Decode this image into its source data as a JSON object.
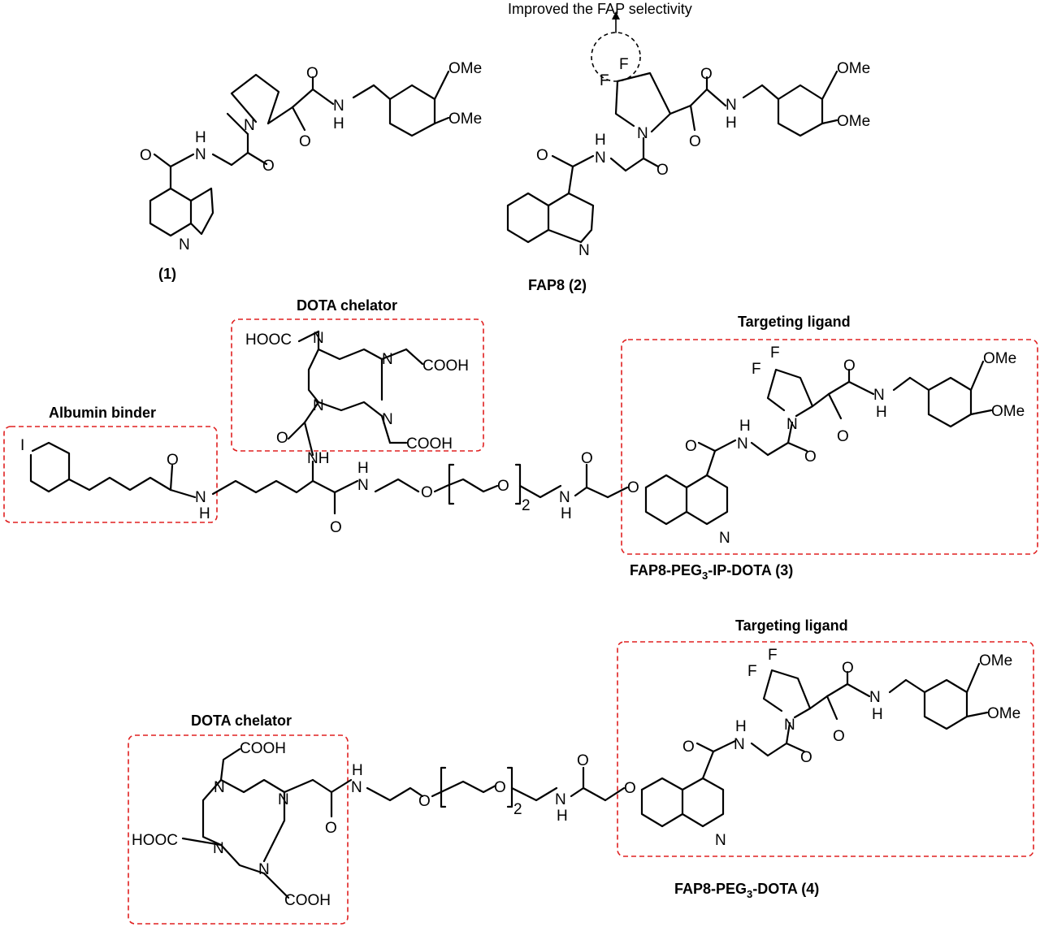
{
  "atoms": {
    "O": "O",
    "N": "N",
    "H": "H",
    "NH": "NH",
    "F": "F",
    "I": "I",
    "OMe": "OMe",
    "COOH": "COOH",
    "HOOC": "HOOC",
    "sub2": "2",
    "sub3": "3"
  },
  "compounds": {
    "c1": "(1)",
    "c2": "FAP8 (2)",
    "c3_prefix": "FAP8-PEG",
    "c3_suffix": "-IP-DOTA (3)",
    "c4_prefix": "FAP8-PEG",
    "c4_suffix": "-DOTA (4)"
  },
  "annotation": {
    "fap_selectivity": "Improved the FAP selectivity"
  },
  "boxes": {
    "albumin_binder": "Albumin binder",
    "dota_chelator": "DOTA chelator",
    "targeting_ligand": "Targeting ligand"
  },
  "colors": {
    "box_border": "#e02020",
    "ink": "#000000"
  }
}
